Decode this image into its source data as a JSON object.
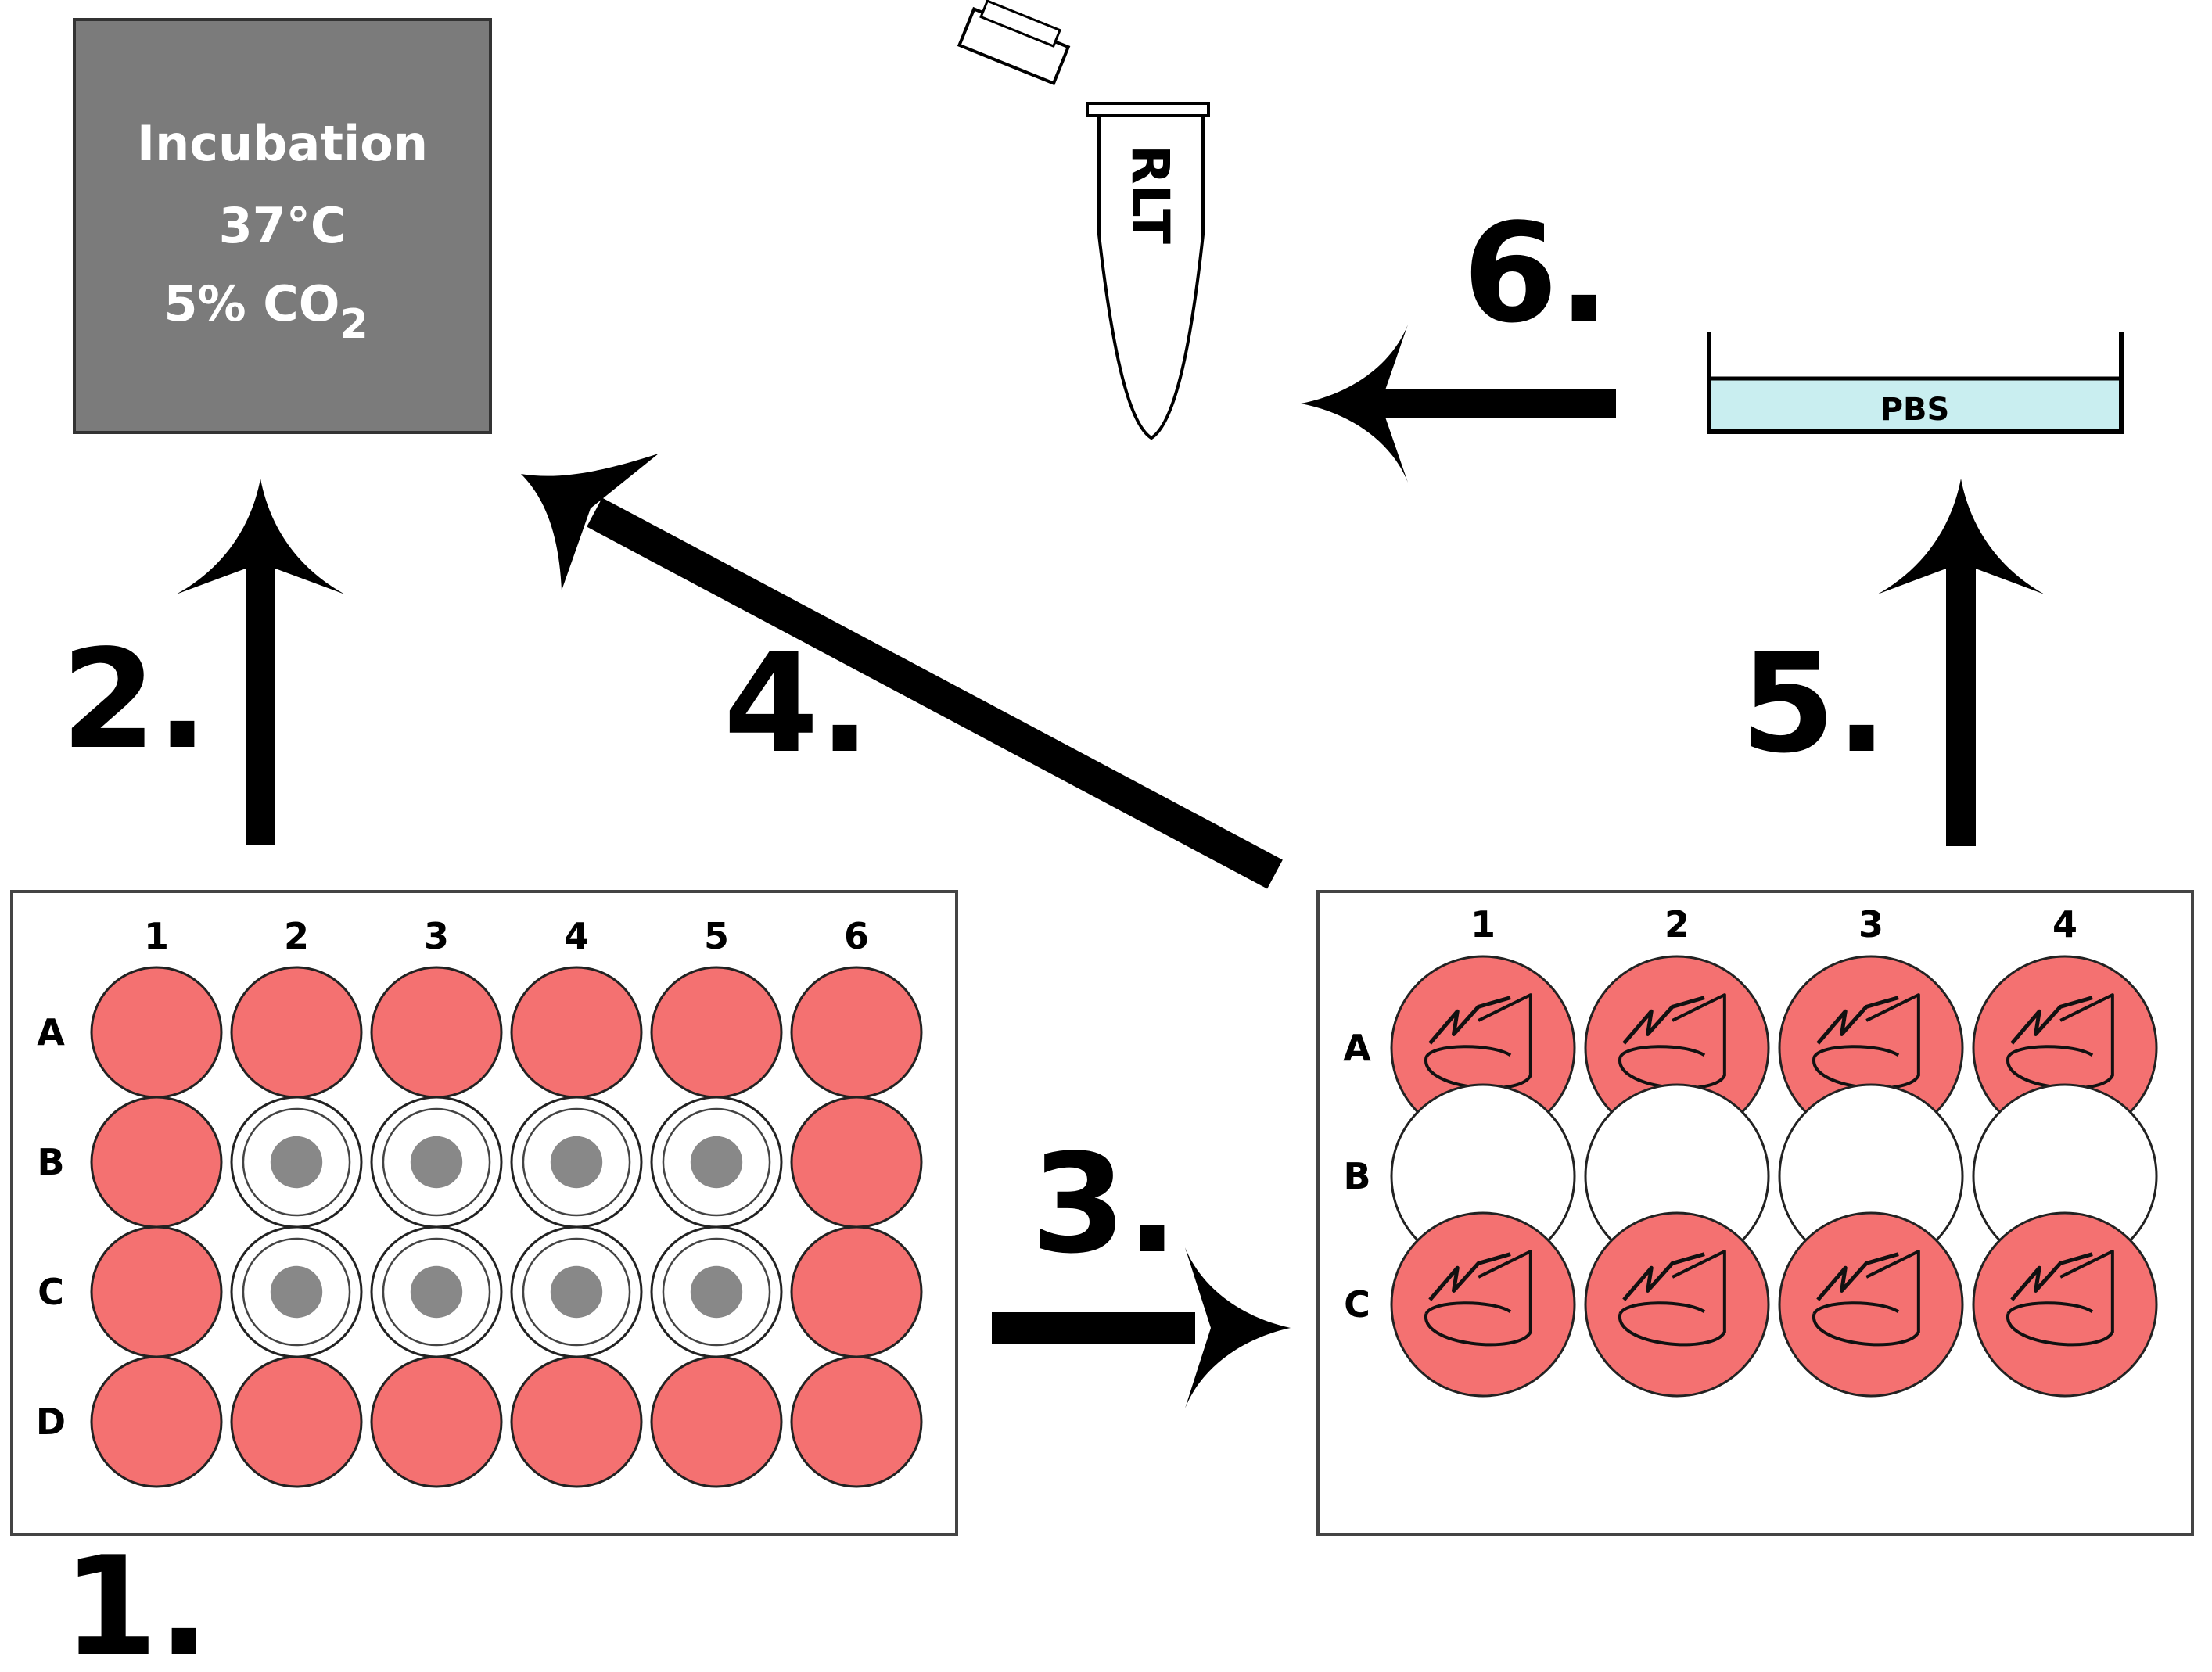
{
  "incubator": {
    "line1": "Incubation",
    "line2": "37°C",
    "line3_main": "5% CO",
    "line3_sub": "2"
  },
  "tube": {
    "label": "RLT"
  },
  "dish": {
    "label": "PBS"
  },
  "steps": {
    "s1": "1.",
    "s2": "2.",
    "s3": "3.",
    "s4": "4.",
    "s5": "5.",
    "s6": "6."
  },
  "plate24": {
    "columns": [
      "1",
      "2",
      "3",
      "4",
      "5",
      "6"
    ],
    "rows": [
      "A",
      "B",
      "C",
      "D"
    ],
    "wells": [
      [
        "medium",
        "medium",
        "medium",
        "medium",
        "medium",
        "medium"
      ],
      [
        "medium",
        "insert",
        "insert",
        "insert",
        "insert",
        "medium"
      ],
      [
        "medium",
        "insert",
        "insert",
        "insert",
        "insert",
        "medium"
      ],
      [
        "medium",
        "medium",
        "medium",
        "medium",
        "medium",
        "medium"
      ]
    ]
  },
  "plate12": {
    "columns": [
      "1",
      "2",
      "3",
      "4"
    ],
    "rows": [
      "A",
      "B",
      "C"
    ],
    "wells": [
      [
        "insert-medium",
        "insert-medium",
        "insert-medium",
        "insert-medium"
      ],
      [
        "empty",
        "empty",
        "empty",
        "empty"
      ],
      [
        "insert-medium",
        "insert-medium",
        "insert-medium",
        "insert-medium"
      ]
    ]
  },
  "colors": {
    "medium": "#f47171",
    "incubator": "#7b7b7b",
    "insert_dot": "#888888",
    "pbs": "#c9eef0",
    "ink": "#000000"
  }
}
